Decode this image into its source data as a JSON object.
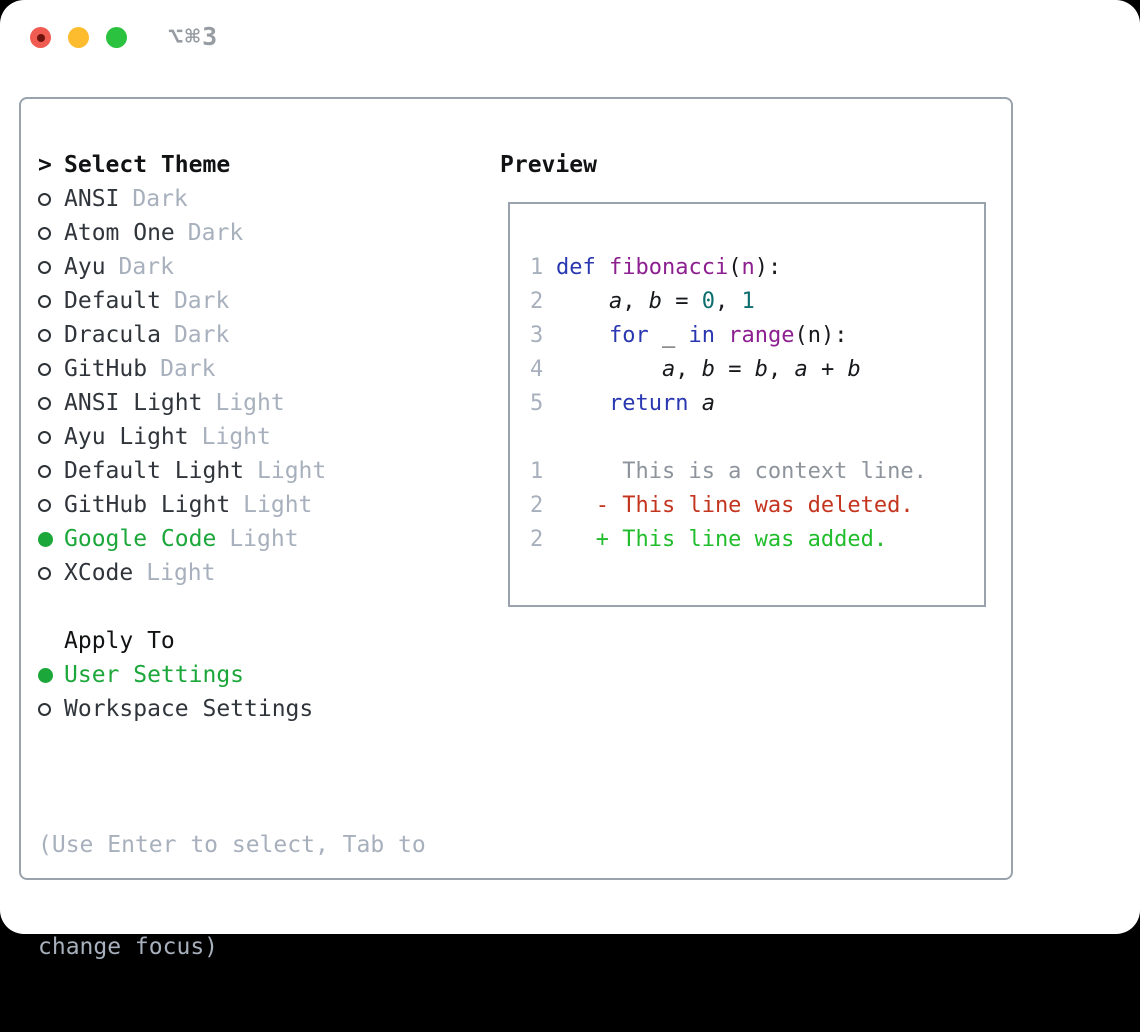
{
  "window": {
    "title": "⌥⌘3",
    "controls": [
      {
        "name": "close",
        "color": "#f05c51",
        "dot": "#6f130e"
      },
      {
        "name": "minimize",
        "color": "#fdbc2e"
      },
      {
        "name": "maximize",
        "color": "#2bc23f"
      }
    ]
  },
  "colors": {
    "accent_green": "#1ca73b",
    "added_green": "#22bd2c",
    "deleted_red": "#c4351f",
    "kw_blue": "#2937b0",
    "fn_purple": "#8d2090",
    "num_teal": "#0e6e6e",
    "muted": "#a7b0bc",
    "context_gray": "#8d949c",
    "text_dark": "#30353b",
    "header_black": "#101214",
    "border_gray": "#9aa3ad",
    "code_plain": "#17191c",
    "title_gray": "#979ca3"
  },
  "theme_panel": {
    "cursor": ">",
    "header": "Select Theme",
    "items": [
      {
        "name": "ANSI",
        "variant": "Dark",
        "selected": false
      },
      {
        "name": "Atom One",
        "variant": "Dark",
        "selected": false
      },
      {
        "name": "Ayu",
        "variant": "Dark",
        "selected": false
      },
      {
        "name": "Default",
        "variant": "Dark",
        "selected": false
      },
      {
        "name": "Dracula",
        "variant": "Dark",
        "selected": false
      },
      {
        "name": "GitHub",
        "variant": "Dark",
        "selected": false
      },
      {
        "name": "ANSI Light",
        "variant": "Light",
        "selected": false
      },
      {
        "name": "Ayu Light",
        "variant": "Light",
        "selected": false
      },
      {
        "name": "Default Light",
        "variant": "Light",
        "selected": false
      },
      {
        "name": "GitHub Light",
        "variant": "Light",
        "selected": false
      },
      {
        "name": "Google Code",
        "variant": "Light",
        "selected": true
      },
      {
        "name": "XCode",
        "variant": "Light",
        "selected": false
      }
    ]
  },
  "apply_panel": {
    "header": "Apply To",
    "items": [
      {
        "name": "User Settings",
        "selected": true
      },
      {
        "name": "Workspace Settings",
        "selected": false
      }
    ]
  },
  "help": {
    "line1": "(Use Enter to select, Tab to",
    "line2": "change focus)"
  },
  "preview": {
    "header": "Preview",
    "code": [
      {
        "num": "1",
        "tokens": [
          {
            "t": "def",
            "c": "kw"
          },
          {
            "t": " ",
            "c": "pl"
          },
          {
            "t": "fibonacci",
            "c": "fn"
          },
          {
            "t": "(",
            "c": "pl"
          },
          {
            "t": "n",
            "c": "prm"
          },
          {
            "t": "):",
            "c": "pl"
          }
        ]
      },
      {
        "num": "2",
        "tokens": [
          {
            "t": "    ",
            "c": "pl"
          },
          {
            "t": "a",
            "c": "var"
          },
          {
            "t": ", ",
            "c": "pl"
          },
          {
            "t": "b",
            "c": "var"
          },
          {
            "t": " = ",
            "c": "pl"
          },
          {
            "t": "0",
            "c": "nm"
          },
          {
            "t": ", ",
            "c": "pl"
          },
          {
            "t": "1",
            "c": "nm"
          }
        ]
      },
      {
        "num": "3",
        "tokens": [
          {
            "t": "    ",
            "c": "pl"
          },
          {
            "t": "for",
            "c": "kw"
          },
          {
            "t": " _ ",
            "c": "pl"
          },
          {
            "t": "in",
            "c": "kw"
          },
          {
            "t": " ",
            "c": "pl"
          },
          {
            "t": "range",
            "c": "fn"
          },
          {
            "t": "(n):",
            "c": "pl"
          }
        ]
      },
      {
        "num": "4",
        "tokens": [
          {
            "t": "        ",
            "c": "pl"
          },
          {
            "t": "a",
            "c": "var"
          },
          {
            "t": ", ",
            "c": "pl"
          },
          {
            "t": "b",
            "c": "var"
          },
          {
            "t": " = ",
            "c": "pl"
          },
          {
            "t": "b",
            "c": "var"
          },
          {
            "t": ", ",
            "c": "pl"
          },
          {
            "t": "a",
            "c": "var"
          },
          {
            "t": " + ",
            "c": "pl"
          },
          {
            "t": "b",
            "c": "var"
          }
        ]
      },
      {
        "num": "5",
        "tokens": [
          {
            "t": "    ",
            "c": "pl"
          },
          {
            "t": "return",
            "c": "kw"
          },
          {
            "t": " ",
            "c": "pl"
          },
          {
            "t": "a",
            "c": "var"
          }
        ]
      }
    ],
    "diff": [
      {
        "num": "1",
        "marker": " ",
        "text": "This is a context line.",
        "type": "context"
      },
      {
        "num": "2",
        "marker": "-",
        "text": "This line was deleted.",
        "type": "deleted"
      },
      {
        "num": "2",
        "marker": "+",
        "text": "This line was added.",
        "type": "added"
      }
    ]
  }
}
